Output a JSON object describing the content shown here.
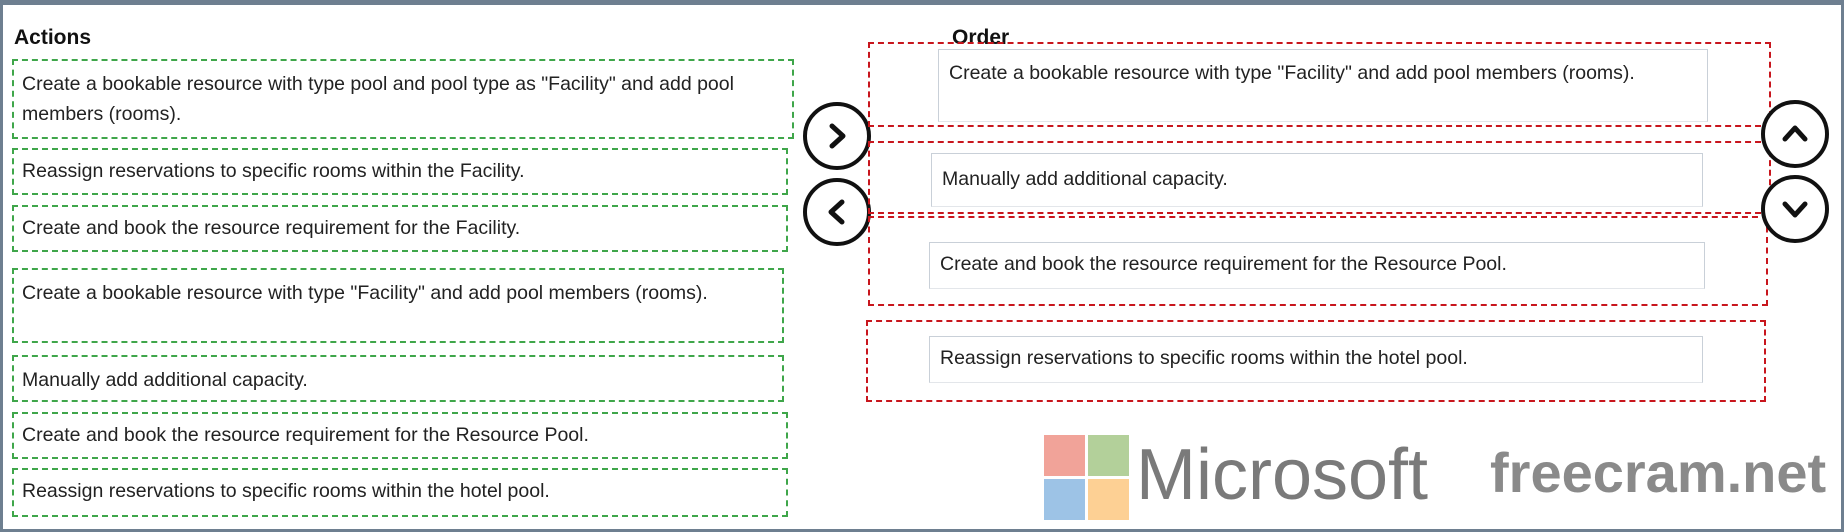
{
  "actions": {
    "title": "Actions",
    "items": [
      "Create a bookable resource with type pool and pool type as \"Facility\" and add pool members (rooms).",
      "Reassign reservations to specific rooms within the Facility.",
      "Create and book the resource requirement for the Facility.",
      "Create a bookable resource with type \"Facility\" and add pool members (rooms).",
      "Manually add additional capacity.",
      "Create and book the resource requirement for the Resource Pool.",
      "Reassign reservations to specific rooms within the hotel pool."
    ]
  },
  "order": {
    "title": "Order",
    "items": [
      "Create a bookable resource with type \"Facility\" and add pool members (rooms).",
      "Manually add additional capacity.",
      "Create and book the resource requirement for the Resource Pool.",
      "Reassign reservations to specific rooms within the hotel pool."
    ]
  },
  "buttons": {
    "move_right": "chevron-right-icon",
    "move_left": "chevron-left-icon",
    "move_up": "chevron-up-icon",
    "move_down": "chevron-down-icon"
  },
  "logo": {
    "text": "Microsoft",
    "colors": [
      "#f1a399",
      "#b3d09a",
      "#9dc3e6",
      "#fdd094"
    ]
  },
  "watermark": "freecram.net",
  "colors": {
    "action_border": "#3fa64a",
    "order_border": "#c8161d",
    "frame": "#6e7f90"
  }
}
